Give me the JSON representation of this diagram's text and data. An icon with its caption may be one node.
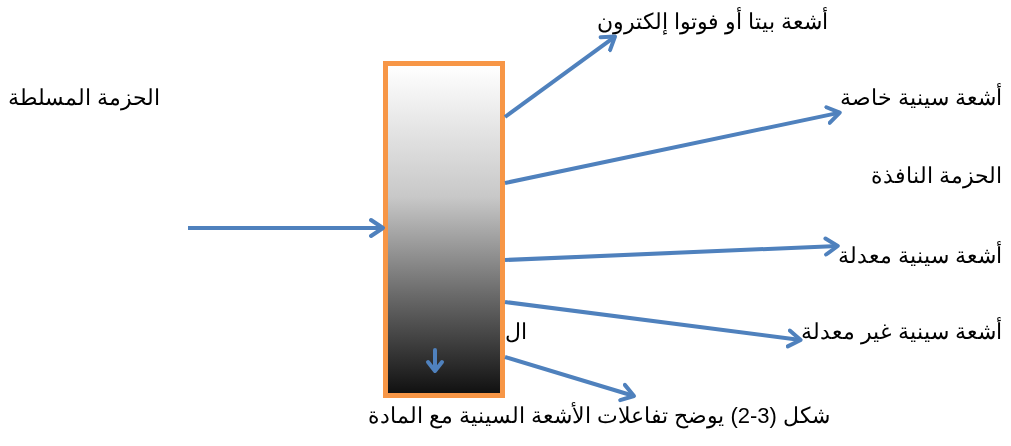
{
  "diagram": {
    "caption": "شكل (3-2) يوضح تفاعلات الأشعة السينية مع المادة",
    "nodes": [
      {
        "text": [],
        "shape": "box"
      },
      {
        "text": [
          "أشعة بيتا أو فوتوا إلكترون"
        ]
      },
      {
        "text": [
          "أشعة سينية خاصة"
        ]
      },
      {
        "text": [
          "أشعة سينية معدلة"
        ]
      },
      {
        "text": [
          "أشعة سينية غير معدلة"
        ]
      }
    ],
    "edges": [
      {
        "from": null,
        "to": 0,
        "arrow": "to"
      },
      {
        "from": 0,
        "to": 1,
        "arrow": "to"
      },
      {
        "from": 0,
        "to": 2,
        "arrow": "to"
      },
      {
        "from": 0,
        "to": 3,
        "arrow": "to"
      },
      {
        "from": 0,
        "to": 4,
        "arrow": "to"
      },
      {
        "from": 0,
        "to": null,
        "arrow": "to"
      }
    ],
    "labels": [
      "الحزمة المسلطة",
      "الحزمة النافذة",
      "ال"
    ]
  }
}
